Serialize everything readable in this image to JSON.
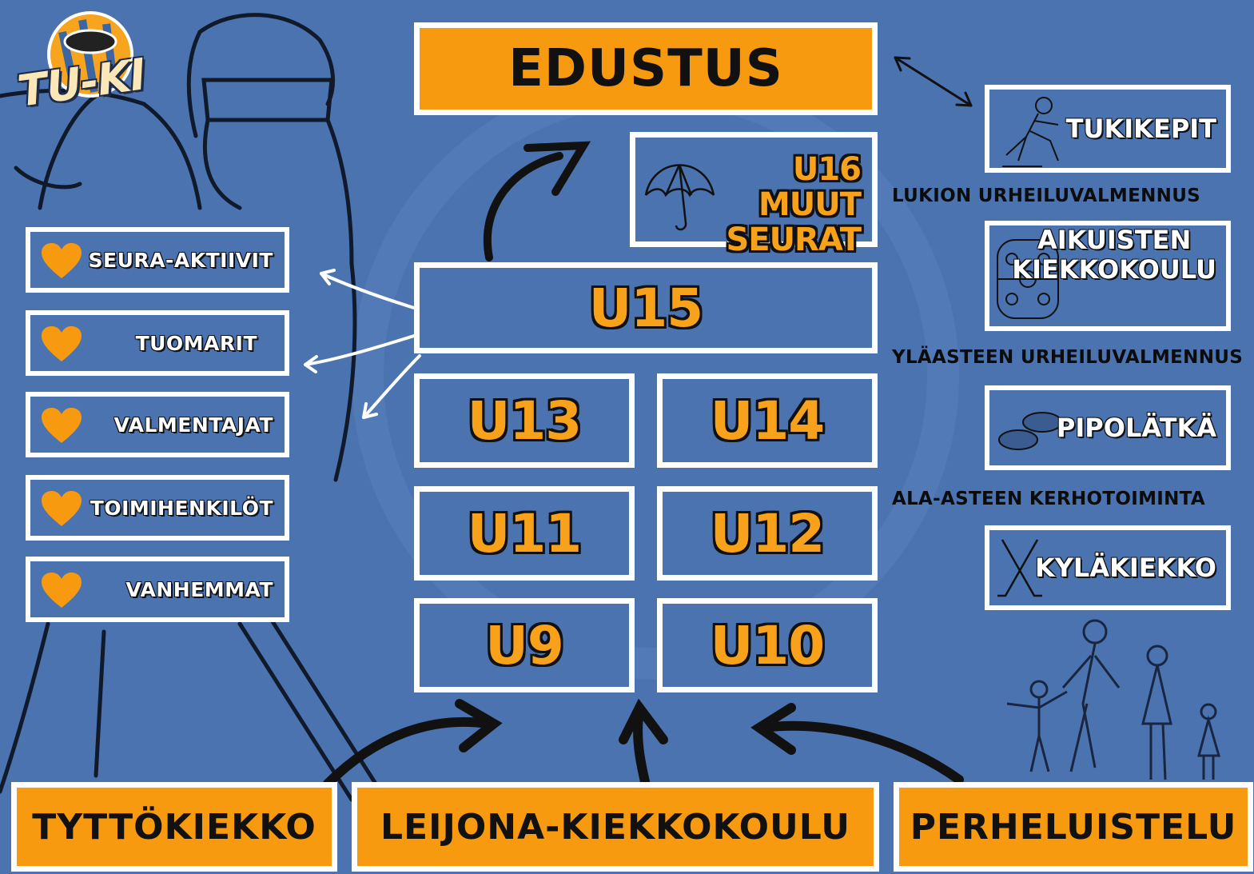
{
  "logo": {
    "text": "TU-KI"
  },
  "center": {
    "edustus": "EDUSTUS",
    "u16": "U16 MUUT SEURAT",
    "u15": "U15",
    "u13": "U13",
    "u14": "U14",
    "u11": "U11",
    "u12": "U12",
    "u9": "U9",
    "u10": "U10"
  },
  "left_items": [
    {
      "label": "SEURA-AKTIIVIT",
      "icon": "heart-icon"
    },
    {
      "label": "TUOMARIT",
      "icon": "heart-icon"
    },
    {
      "label": "VALMENTAJAT",
      "icon": "heart-icon"
    },
    {
      "label": "TOIMIHENKILÖT",
      "icon": "heart-icon"
    },
    {
      "label": "VANHEMMAT",
      "icon": "heart-icon"
    }
  ],
  "right": {
    "tukikepit": "TUKIKEPIT",
    "caption1": "LUKION URHEILUVALMENNUS",
    "aikuisten_line1": "AIKUISTEN",
    "aikuisten_line2": "KIEKKOKOULU",
    "caption2": "YLÄASTEEN URHEILUVALMENNUS",
    "pipolatka": "PIPOLÄTKÄ",
    "caption3": "ALA-ASTEEN KERHOTOIMINTA",
    "kylakiekko": "KYLÄKIEKKO"
  },
  "bottom": {
    "tyttokiekko": "TYTTÖKIEKKO",
    "leijona": "LEIJONA-KIEKKOKOULU",
    "perheluistelu": "PERHELUISTELU"
  },
  "colors": {
    "background": "#4a73b0",
    "orange": "#f79a10",
    "label_orange": "#f8a21c",
    "white": "#ffffff",
    "dark": "#111111"
  }
}
